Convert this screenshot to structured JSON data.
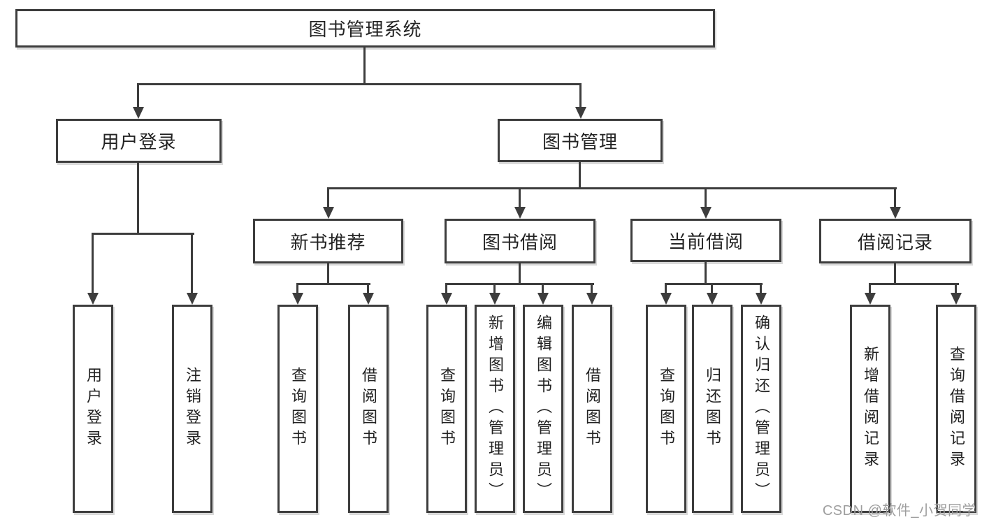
{
  "nodes": {
    "root": {
      "label": "图书管理系统"
    },
    "level2": [
      {
        "label": "用户登录"
      },
      {
        "label": "图书管理"
      }
    ],
    "level3": [
      {
        "label": "新书推荐"
      },
      {
        "label": "图书借阅"
      },
      {
        "label": "当前借阅"
      },
      {
        "label": "借阅记录"
      }
    ],
    "leaves": [
      {
        "label": "用户登录"
      },
      {
        "label": "注销登录"
      },
      {
        "label": "查询图书"
      },
      {
        "label": "借阅图书"
      },
      {
        "label": "查询图书"
      },
      {
        "label": "新增图书（管理员）"
      },
      {
        "label": "编辑图书（管理员）"
      },
      {
        "label": "借阅图书"
      },
      {
        "label": "查询图书"
      },
      {
        "label": "归还图书"
      },
      {
        "label": "确认归还（管理员）"
      },
      {
        "label": "新增借阅记录"
      },
      {
        "label": "查询借阅记录"
      }
    ]
  },
  "watermark": {
    "text": "CSDN @软件_小贺同学"
  },
  "colors": {
    "line": "#3d3d3d",
    "text": "#222222",
    "background": "#ffffff",
    "watermark": "#9e9e9e"
  }
}
